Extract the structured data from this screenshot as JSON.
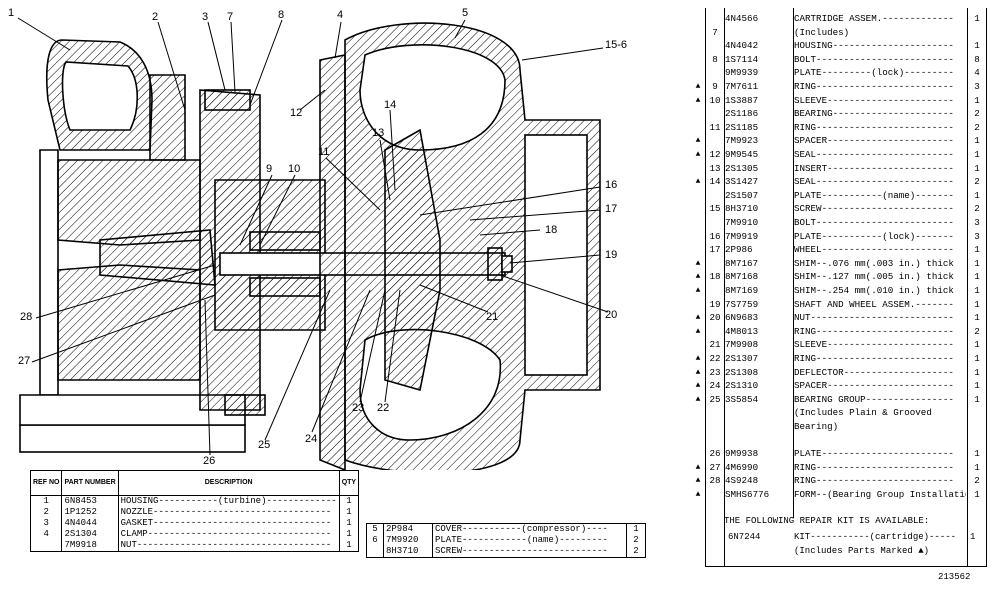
{
  "callouts": {
    "c1": "1",
    "c2": "2",
    "c3": "3",
    "c4": "4",
    "c5": "5",
    "c7": "7",
    "c8": "8",
    "c9": "9",
    "c10": "10",
    "c11": "11",
    "c12": "12",
    "c13": "13",
    "c14": "14",
    "c15_6": "15-6",
    "c16": "16",
    "c17": "17",
    "c18": "18",
    "c19": "19",
    "c20": "20",
    "c21": "21",
    "c22": "22",
    "c23": "23",
    "c24": "24",
    "c25": "25",
    "c26": "26",
    "c27": "27",
    "c28": "28"
  },
  "left_table": {
    "headers": {
      "ref": "REF NO",
      "part": "PART NUMBER",
      "desc": "DESCRIPTION",
      "qty": "QTY"
    },
    "rows": [
      {
        "ref": "1",
        "part": "6N8453",
        "desc": "HOUSING-----------(turbine)-------------",
        "qty": "1"
      },
      {
        "ref": "2",
        "part": "1P1252",
        "desc": "NOZZLE---------------------------------",
        "qty": "1"
      },
      {
        "ref": "3",
        "part": "4N4044",
        "desc": "GASKET---------------------------------",
        "qty": "1"
      },
      {
        "ref": "4",
        "part": "2S1304",
        "desc": "CLAMP----------------------------------",
        "qty": "1"
      },
      {
        "ref": "",
        "part": "7M9918",
        "desc": "NUT------------------------------------",
        "qty": "1"
      }
    ]
  },
  "mid_table": {
    "rows": [
      {
        "ref": "5",
        "part": "2P984",
        "desc": "COVER-----------(compressor)----",
        "qty": "1"
      },
      {
        "ref": "6",
        "part": "7M9920",
        "desc": "PLATE------------(name)---------",
        "qty": "2"
      },
      {
        "ref": "",
        "part": "8H3710",
        "desc": "SCREW---------------------------",
        "qty": "2"
      }
    ]
  },
  "right_list": {
    "rows": [
      {
        "tri": "",
        "ref": "",
        "pn": "4N4566",
        "desc": "CARTRIDGE ASSEM.-------------",
        "qty": "1"
      },
      {
        "tri": "",
        "ref": "7",
        "pn": "",
        "desc": "   (Includes)",
        "qty": ""
      },
      {
        "tri": "",
        "ref": "",
        "pn": "4N4042",
        "desc": "HOUSING----------------------",
        "qty": "1"
      },
      {
        "tri": "",
        "ref": "8",
        "pn": "1S7114",
        "desc": "BOLT-------------------------",
        "qty": "8"
      },
      {
        "tri": "",
        "ref": "",
        "pn": "9M9939",
        "desc": "PLATE---------(lock)---------",
        "qty": "4"
      },
      {
        "tri": "▲",
        "ref": "9",
        "pn": "7M7611",
        "desc": "RING-------------------------",
        "qty": "3"
      },
      {
        "tri": "▲",
        "ref": "10",
        "pn": "1S3887",
        "desc": "SLEEVE-----------------------",
        "qty": "1"
      },
      {
        "tri": "",
        "ref": "",
        "pn": "2S1186",
        "desc": "BEARING----------------------",
        "qty": "2"
      },
      {
        "tri": "",
        "ref": "11",
        "pn": "2S1185",
        "desc": "RING-------------------------",
        "qty": "2"
      },
      {
        "tri": "▲",
        "ref": "",
        "pn": "7M9923",
        "desc": "SPACER-----------------------",
        "qty": "1"
      },
      {
        "tri": "▲",
        "ref": "12",
        "pn": "9M9545",
        "desc": "SEAL-------------------------",
        "qty": "1"
      },
      {
        "tri": "",
        "ref": "13",
        "pn": "2S1305",
        "desc": "INSERT-----------------------",
        "qty": "1"
      },
      {
        "tri": "▲",
        "ref": "14",
        "pn": "3S1427",
        "desc": "SEAL-------------------------",
        "qty": "2"
      },
      {
        "tri": "",
        "ref": "",
        "pn": "2S1507",
        "desc": "PLATE-----------(name)-------",
        "qty": "1"
      },
      {
        "tri": "",
        "ref": "15",
        "pn": "8H3710",
        "desc": "SCREW------------------------",
        "qty": "2"
      },
      {
        "tri": "",
        "ref": "",
        "pn": "7M9910",
        "desc": "BOLT-------------------------",
        "qty": "3"
      },
      {
        "tri": "",
        "ref": "16",
        "pn": "7M9919",
        "desc": "PLATE-----------(lock)-------",
        "qty": "3"
      },
      {
        "tri": "",
        "ref": "17",
        "pn": "2P986",
        "desc": "WHEEL------------------------",
        "qty": "1"
      },
      {
        "tri": "▲",
        "ref": "",
        "pn": "8M7167",
        "desc": "SHIM--.076 mm(.003 in.) thick",
        "qty": "1"
      },
      {
        "tri": "▲",
        "ref": "18",
        "pn": "8M7168",
        "desc": "SHIM--.127 mm(.005 in.) thick",
        "qty": "1"
      },
      {
        "tri": "▲",
        "ref": "",
        "pn": "8M7169",
        "desc": "SHIM--.254 mm(.010 in.) thick",
        "qty": "1"
      },
      {
        "tri": "",
        "ref": "19",
        "pn": "7S7759",
        "desc": "SHAFT AND WHEEL ASSEM.-------",
        "qty": "1"
      },
      {
        "tri": "▲",
        "ref": "20",
        "pn": "6N9683",
        "desc": "NUT--------------------------",
        "qty": "1"
      },
      {
        "tri": "▲",
        "ref": "",
        "pn": "4M8013",
        "desc": "RING-------------------------",
        "qty": "2"
      },
      {
        "tri": "",
        "ref": "21",
        "pn": "7M9908",
        "desc": "SLEEVE-----------------------",
        "qty": "1"
      },
      {
        "tri": "▲",
        "ref": "22",
        "pn": "2S1307",
        "desc": "RING-------------------------",
        "qty": "1"
      },
      {
        "tri": "▲",
        "ref": "23",
        "pn": "2S1308",
        "desc": "DEFLECTOR--------------------",
        "qty": "1"
      },
      {
        "tri": "▲",
        "ref": "24",
        "pn": "2S1310",
        "desc": "SPACER-----------------------",
        "qty": "1"
      },
      {
        "tri": "▲",
        "ref": "25",
        "pn": "3S5854",
        "desc": "BEARING GROUP----------------",
        "qty": "1"
      },
      {
        "tri": "",
        "ref": "",
        "pn": "",
        "desc": "  (Includes Plain & Grooved",
        "qty": ""
      },
      {
        "tri": "",
        "ref": "",
        "pn": "",
        "desc": "                    Bearing)",
        "qty": ""
      },
      {
        "tri": "",
        "ref": "",
        "pn": "",
        "desc": "",
        "qty": ""
      },
      {
        "tri": "",
        "ref": "26",
        "pn": "9M9938",
        "desc": "PLATE------------------------",
        "qty": "1"
      },
      {
        "tri": "▲",
        "ref": "27",
        "pn": "4M6990",
        "desc": "RING-------------------------",
        "qty": "1"
      },
      {
        "tri": "▲",
        "ref": "28",
        "pn": "4S9248",
        "desc": "RING-------------------------",
        "qty": "2"
      },
      {
        "tri": "▲",
        "ref": "",
        "pn": "SMHS6776",
        "desc": "FORM--(Bearing Group Installation)",
        "qty": "1"
      }
    ],
    "kit_heading": "THE FOLLOWING REPAIR KIT IS AVAILABLE:",
    "kit_part": "6N7244",
    "kit_desc": "KIT-----------(cartridge)-----",
    "kit_qty": "1",
    "kit_note": "(Includes Parts Marked ▲)"
  },
  "figure_number": "213562"
}
